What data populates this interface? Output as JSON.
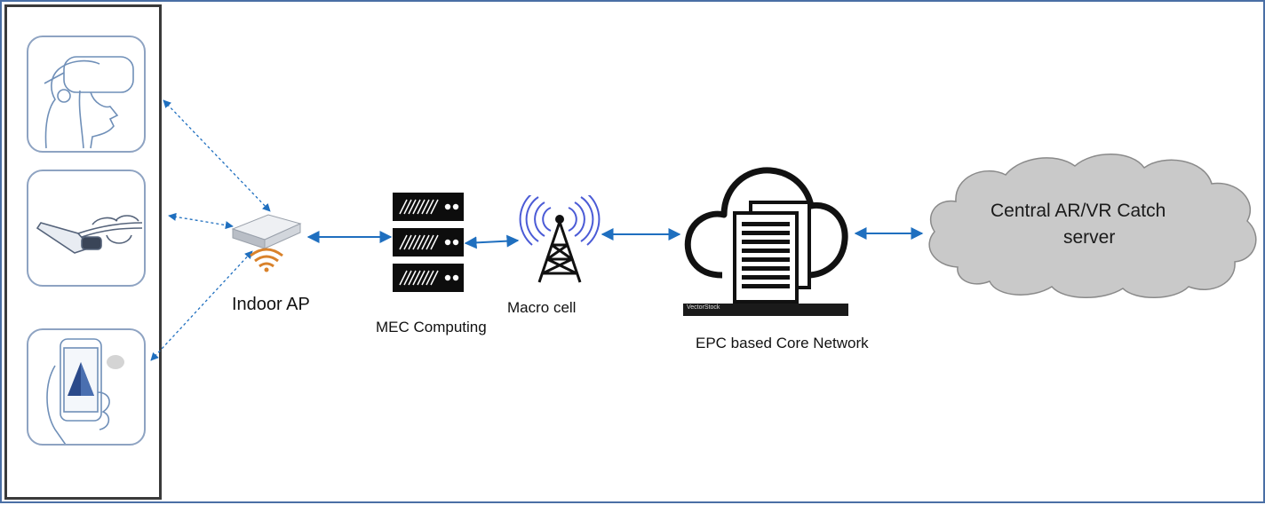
{
  "devices": [
    {
      "icon": "vr-headset-icon"
    },
    {
      "icon": "ar-glasses-icon"
    },
    {
      "icon": "smartphone-ar-icon"
    }
  ],
  "nodes": {
    "indoor_ap": {
      "label": "Indoor AP",
      "icon": "access-point-icon"
    },
    "mec": {
      "label": "MEC Computing",
      "icon": "server-rack-icon"
    },
    "macro": {
      "label": "Macro cell",
      "icon": "cell-tower-icon"
    },
    "epc": {
      "label": "EPC based Core Network",
      "icon": "cloud-server-icon",
      "watermark": "VectorStock"
    },
    "central": {
      "label_line1": "Central AR/VR Catch",
      "label_line2": "server",
      "icon": "cloud-icon"
    }
  },
  "colors": {
    "arrow": "#1f6fbf",
    "frame": "#4a6fa5",
    "cloud_fill": "#c9c9c9",
    "wifi": "#d9822b",
    "tower_rings": "#4b5bd6"
  }
}
